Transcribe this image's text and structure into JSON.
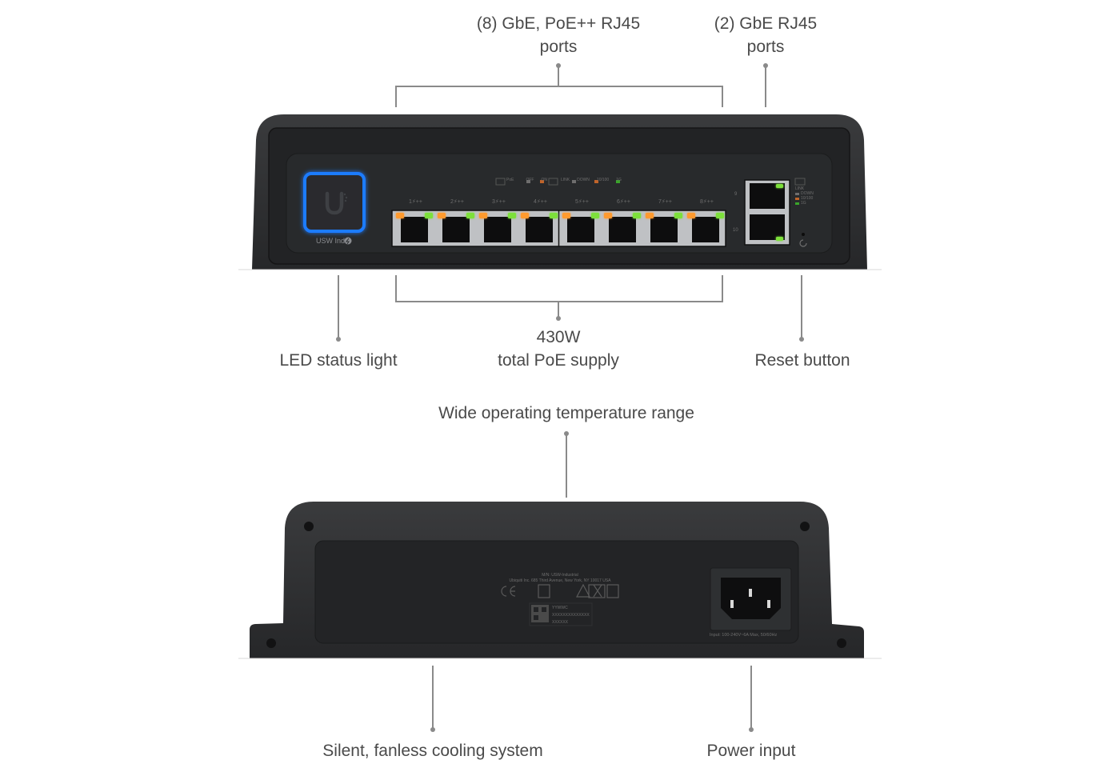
{
  "callouts": {
    "poe_ports": {
      "line1": "(8) GbE, PoE++ RJ45",
      "line2": "ports"
    },
    "gbe_ports": {
      "line1": "(2) GbE RJ45",
      "line2": "ports"
    },
    "led_status": {
      "line1": "LED status light"
    },
    "poe_supply": {
      "line1": "430W",
      "line2": "total PoE supply"
    },
    "reset": {
      "line1": "Reset button"
    },
    "temperature": {
      "line1": "Wide operating temperature range"
    },
    "cooling": {
      "line1": "Silent, fanless cooling system"
    },
    "power": {
      "line1": "Power input"
    }
  },
  "front_panel": {
    "model_label": "USW Ind",
    "legend_poe": {
      "title": "PoE",
      "off": "OFF",
      "on": "ON"
    },
    "legend_link": {
      "title": "LINK",
      "down": "DOWN",
      "speed_low": "10/100",
      "speed_high": "1G"
    },
    "poe_port_labels": [
      "1",
      "2",
      "3",
      "4",
      "5",
      "6",
      "7",
      "8"
    ],
    "uplink_port_labels": [
      "9",
      "10"
    ],
    "colors": {
      "led_ring": "#1e7bff",
      "poe_led": "#ff9a2e",
      "link_led": "#7de03a",
      "body": "#2b2c2e"
    }
  },
  "rear_panel": {
    "model_line": "M/N: USW-Industrial",
    "address_line": "Ubiquiti Inc. 685 Third Avenue, New York, NY 10017 USA",
    "cert_marks": [
      "CE",
      "UK CA",
      "EAC",
      "RCM",
      "WEEE",
      "ROHS",
      "Recycle"
    ],
    "label_date": "YYWWC",
    "label_serial": "XXXXXXXXXXXXXX",
    "label_code": "XXXXXX",
    "power_rating": "Input: 100-240V~6A Max, 50/60Hz"
  }
}
